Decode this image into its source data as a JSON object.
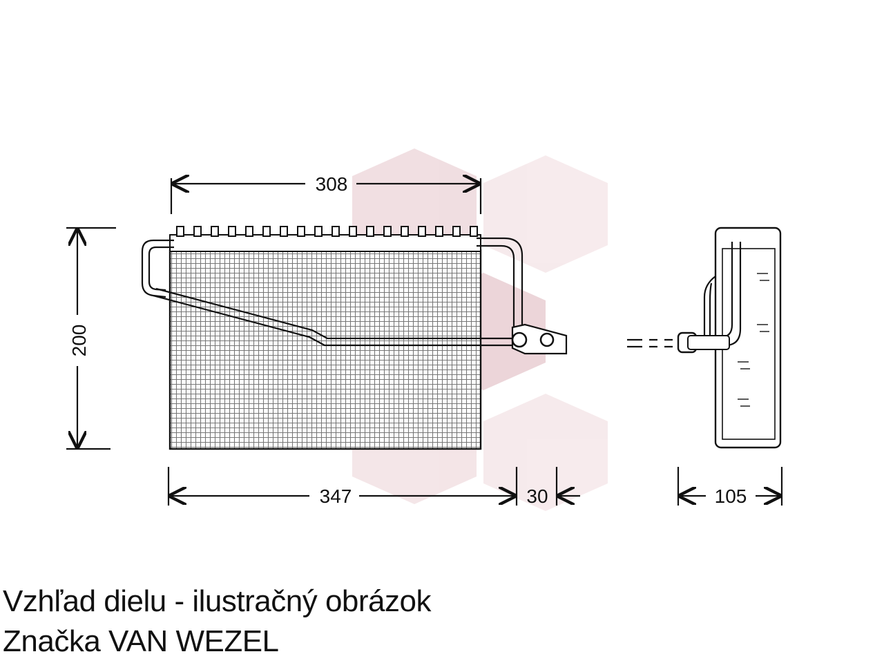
{
  "drawing": {
    "dimensions": {
      "top_width": "308",
      "height": "200",
      "bottom_width": "347",
      "connector_offset": "30",
      "depth": "105"
    },
    "watermark_color": "#c98a94"
  },
  "caption": {
    "line1": "Vzhľad dielu - ilustračný obrázok",
    "line2": "Značka VAN WEZEL"
  }
}
